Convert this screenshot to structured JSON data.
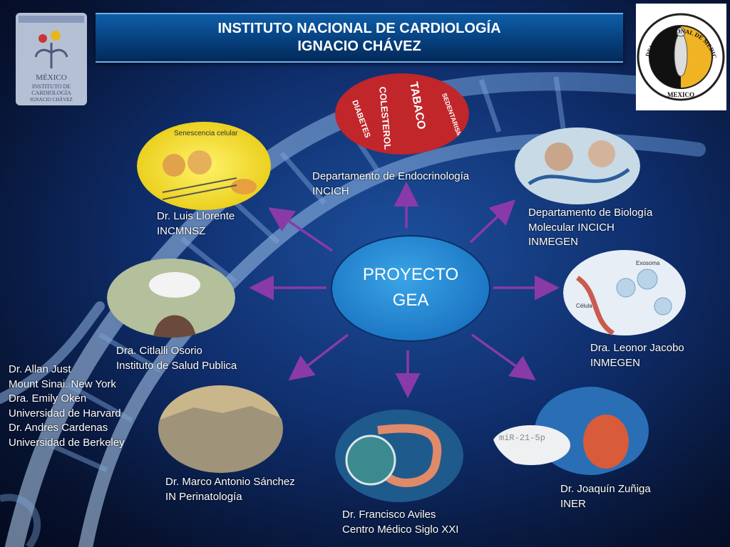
{
  "header": {
    "title_line1": "INSTITUTO NACIONAL DE CARDIOLOGÍA",
    "title_line2": "IGNACIO CHÁVEZ"
  },
  "logos": {
    "left": "MÉXICO",
    "left_sub1": "INSTITUTO DE",
    "left_sub2": "CARDIOLOGÍA",
    "left_sub3": "IGNACIO CHÁVEZ",
    "right": "ACADEMIA NACIONAL DE MEDICINA",
    "right_bottom": "MEXICO"
  },
  "center": {
    "line1": "PROYECTO",
    "line2": "GEA"
  },
  "images": {
    "senescence_title": "Senescencia celular",
    "risk_words": [
      "DIABETES",
      "COLESTEROL",
      "TABACO",
      "SEDENTARISMO"
    ],
    "exosome": "Exosoma",
    "cell": "Célula",
    "mirna": "miR-21-5p"
  },
  "nodes": {
    "endocrino": [
      "Departamento de Endocrinología",
      "INCICH"
    ],
    "llorente": [
      "Dr. Luis Llorente",
      "INCMNSZ"
    ],
    "biologia": [
      "Departamento de Biología",
      "Molecular INCICH",
      "INMEGEN"
    ],
    "osorio": [
      "Dra. Citlalli Osorio",
      "Instituto de Salud Publica"
    ],
    "jacobo": [
      "Dra. Leonor Jacobo",
      "INMEGEN"
    ],
    "just": [
      "Dr. Allan Just",
      "Mount Sinai. New York",
      "Dra. Emily Oken",
      "Universidad de Harvard",
      "Dr. Andres Cardenas",
      "Universidad de Berkeley"
    ],
    "sanchez": [
      "Dr. Marco Antonio Sánchez",
      "IN Perinatología"
    ],
    "aviles": [
      "Dr. Francisco Aviles",
      "Centro Médico Siglo XXI"
    ],
    "zuniga": [
      "Dr. Joaquín Zuñiga",
      "INER"
    ]
  },
  "colors": {
    "arrow": "#8a3aa8",
    "hub": "#1d78c5",
    "title_bar": "#06407e"
  }
}
